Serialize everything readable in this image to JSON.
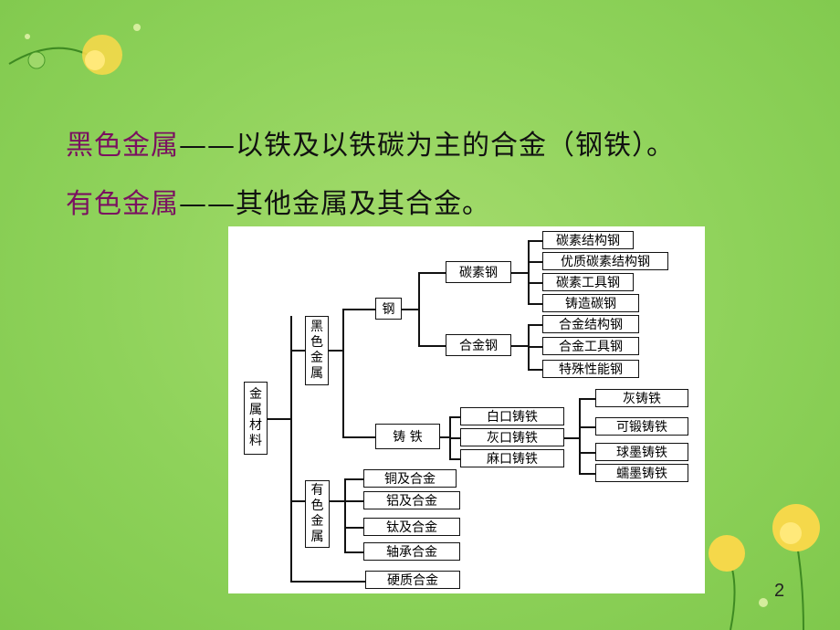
{
  "lines": [
    {
      "term": "黑色金属",
      "dash": "——",
      "desc": "以铁及以铁碳为主的合金（钢铁）。"
    },
    {
      "term": "有色金属",
      "dash": "——",
      "desc": "其他金属及其合金。"
    }
  ],
  "tree": {
    "root": [
      "金",
      "属",
      "材",
      "料"
    ],
    "ferrous": [
      "黑",
      "色",
      "金",
      "属"
    ],
    "nonferrous": [
      "有",
      "色",
      "金",
      "属"
    ],
    "steel": "钢",
    "iron": "铸 铁",
    "carbon_steel": "碳素钢",
    "alloy_steel": "合金钢",
    "carbon_steel_items": [
      "碳素结构钢",
      "优质碳素结构钢",
      "碳素工具钢",
      "铸造碳钢"
    ],
    "alloy_steel_items": [
      "合金结构钢",
      "合金工具钢",
      "特殊性能钢"
    ],
    "iron_items": [
      "白口铸铁",
      "灰口铸铁",
      "麻口铸铁"
    ],
    "gray_iron_items": [
      "灰铸铁",
      "可锻铸铁",
      "球墨铸铁",
      "蠕墨铸铁"
    ],
    "nonferrous_items": [
      "铜及合金",
      "铝及合金",
      "钛及合金",
      "轴承合金"
    ],
    "hard_alloy": "硬质合金"
  },
  "page_number": "2"
}
